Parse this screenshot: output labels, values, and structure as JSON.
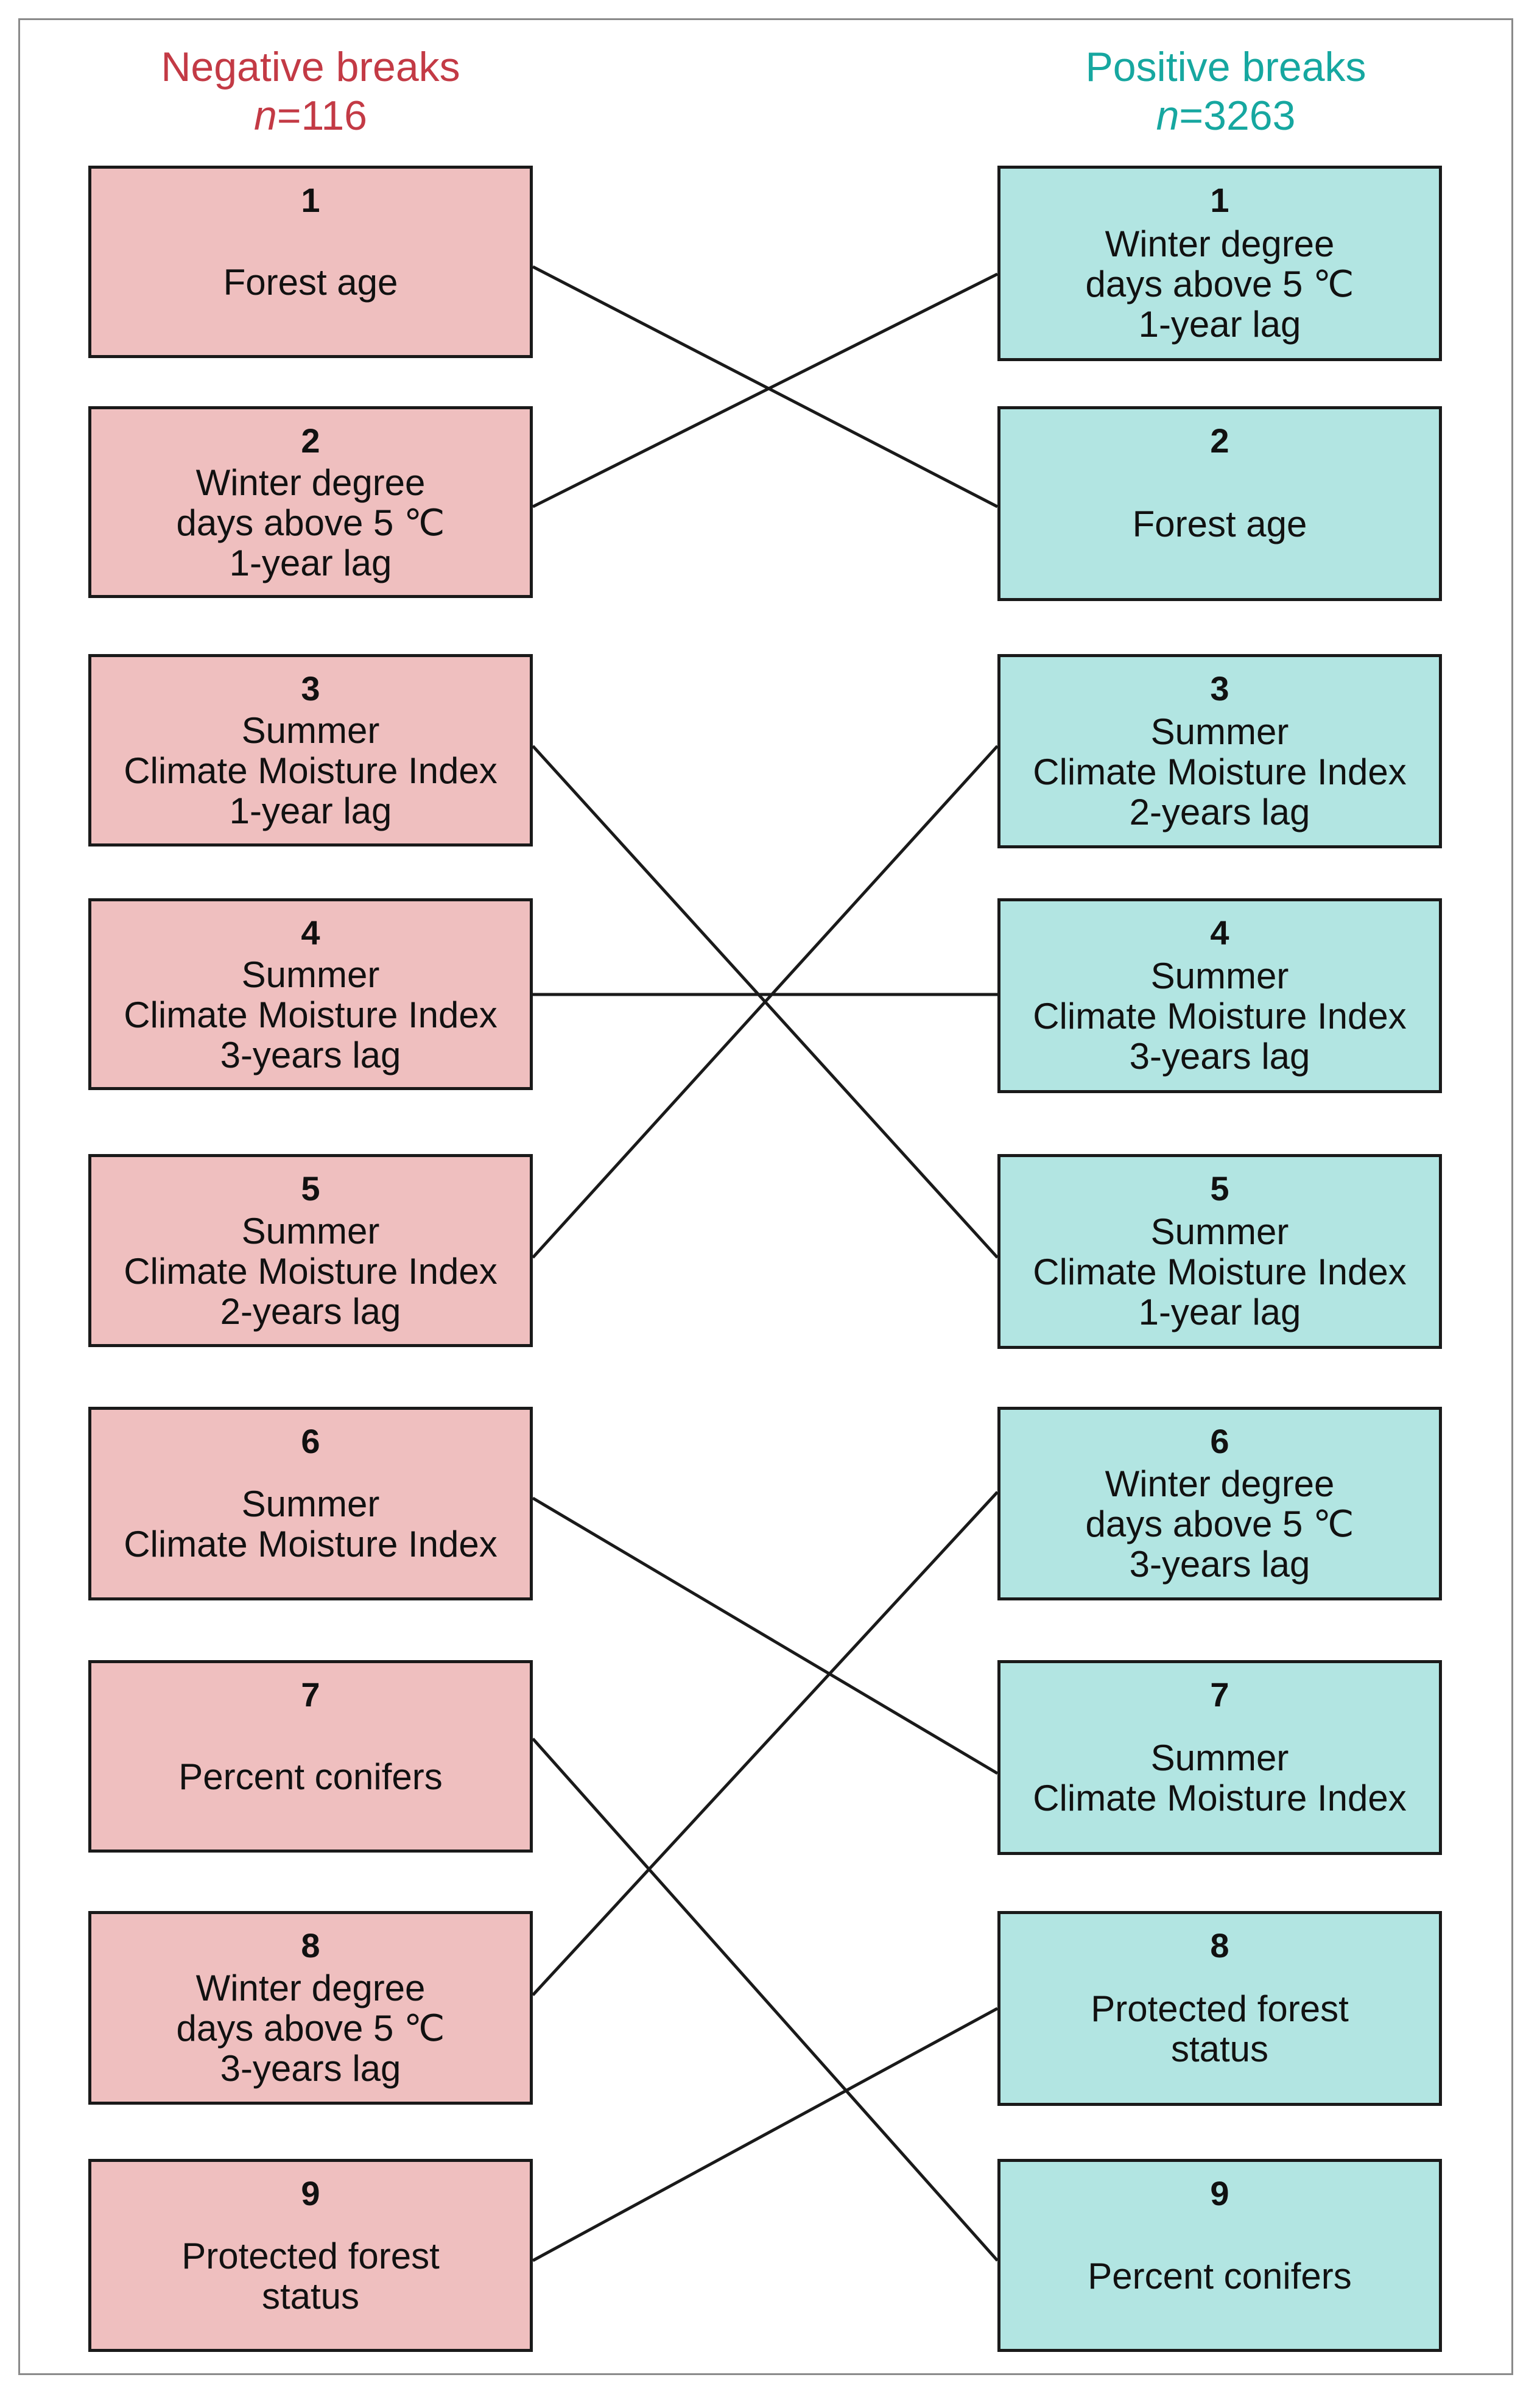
{
  "colors": {
    "negative_text": "#c33a45",
    "positive_text": "#16a7a0",
    "negative_fill": "#efbfbf",
    "positive_fill": "#b2e5e2",
    "stroke": "#1a1a1a"
  },
  "negative": {
    "title": "Negative breaks",
    "n_symbol": "n",
    "n_value": "=116",
    "items": [
      {
        "rank": "1",
        "lines": [
          "Forest age"
        ]
      },
      {
        "rank": "2",
        "lines": [
          "Winter degree",
          "days above 5 ℃",
          "1-year lag"
        ]
      },
      {
        "rank": "3",
        "lines": [
          "Summer",
          "Climate Moisture Index",
          "1-year lag"
        ]
      },
      {
        "rank": "4",
        "lines": [
          "Summer",
          "Climate Moisture Index",
          "3-years lag"
        ]
      },
      {
        "rank": "5",
        "lines": [
          "Summer",
          "Climate Moisture Index",
          "2-years lag"
        ]
      },
      {
        "rank": "6",
        "lines": [
          "Summer",
          "Climate Moisture Index"
        ]
      },
      {
        "rank": "7",
        "lines": [
          "Percent conifers"
        ]
      },
      {
        "rank": "8",
        "lines": [
          "Winter degree",
          "days above 5 ℃",
          "3-years lag"
        ]
      },
      {
        "rank": "9",
        "lines": [
          "Protected forest",
          "status"
        ]
      }
    ]
  },
  "positive": {
    "title": "Positive breaks",
    "n_symbol": "n",
    "n_value": "=3263",
    "items": [
      {
        "rank": "1",
        "lines": [
          "Winter degree",
          "days above 5 ℃",
          "1-year lag"
        ]
      },
      {
        "rank": "2",
        "lines": [
          "Forest age"
        ]
      },
      {
        "rank": "3",
        "lines": [
          "Summer",
          "Climate Moisture Index",
          "2-years lag"
        ]
      },
      {
        "rank": "4",
        "lines": [
          "Summer",
          "Climate Moisture Index",
          "3-years lag"
        ]
      },
      {
        "rank": "5",
        "lines": [
          "Summer",
          "Climate Moisture Index",
          "1-year lag"
        ]
      },
      {
        "rank": "6",
        "lines": [
          "Winter degree",
          "days above 5 ℃",
          "3-years lag"
        ]
      },
      {
        "rank": "7",
        "lines": [
          "Summer",
          "Climate Moisture Index"
        ]
      },
      {
        "rank": "8",
        "lines": [
          "Protected forest",
          "status"
        ]
      },
      {
        "rank": "9",
        "lines": [
          "Percent conifers"
        ]
      }
    ]
  },
  "links": [
    {
      "from": 1,
      "to": 2
    },
    {
      "from": 2,
      "to": 1
    },
    {
      "from": 3,
      "to": 5
    },
    {
      "from": 4,
      "to": 4
    },
    {
      "from": 5,
      "to": 3
    },
    {
      "from": 6,
      "to": 7
    },
    {
      "from": 7,
      "to": 9
    },
    {
      "from": 8,
      "to": 6
    },
    {
      "from": 9,
      "to": 8
    }
  ]
}
